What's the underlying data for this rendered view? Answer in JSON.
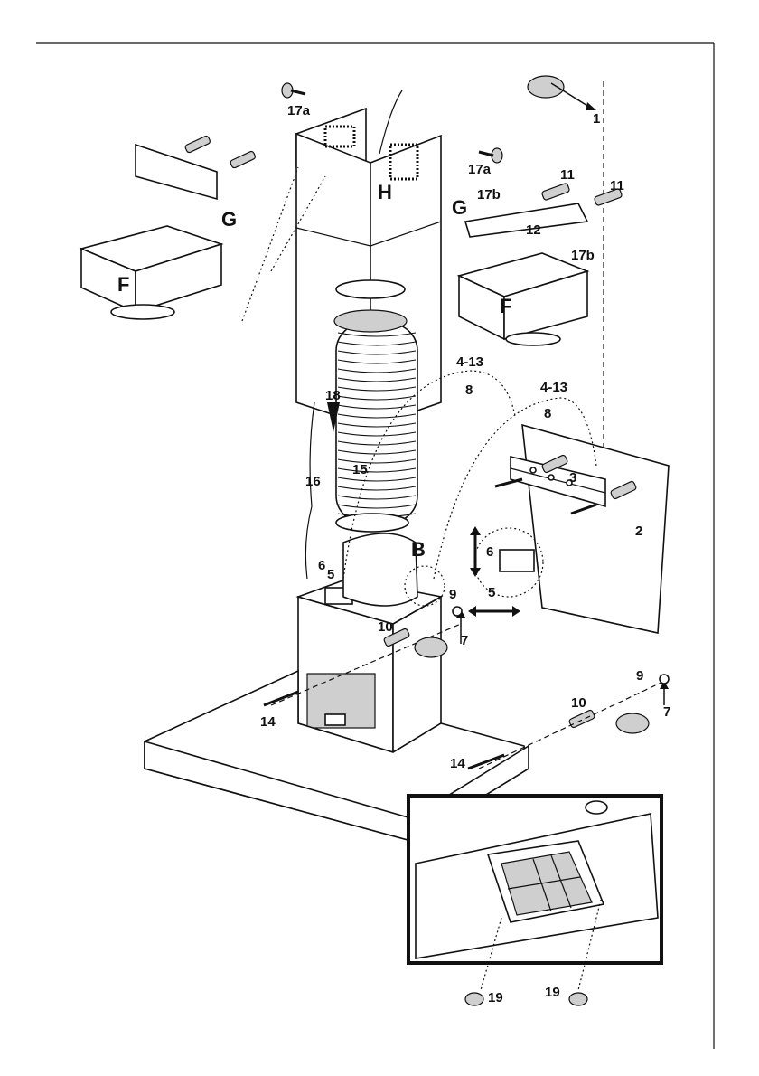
{
  "labels": {
    "l1": "1",
    "l2": "2",
    "l3": "3",
    "l4_13a": "4-13",
    "l4_13b": "4-13",
    "l5a": "5",
    "l5b": "5",
    "l6a": "6",
    "l6b": "6",
    "l7a": "7",
    "l7b": "7",
    "l8a": "8",
    "l8b": "8",
    "l9a": "9",
    "l9b": "9",
    "l10a": "10",
    "l10b": "10",
    "l11a": "11",
    "l11b": "11",
    "l12": "12",
    "l14a": "14",
    "l14b": "14",
    "l15": "15",
    "l16": "16",
    "l17a_1": "17a",
    "l17a_2": "17a",
    "l17b_1": "17b",
    "l17b_2": "17b",
    "l18": "18",
    "l19a": "19",
    "l19b": "19",
    "lB": "B",
    "lF1": "F",
    "lF2": "F",
    "lG1": "G",
    "lG2": "G",
    "lH": "H"
  }
}
